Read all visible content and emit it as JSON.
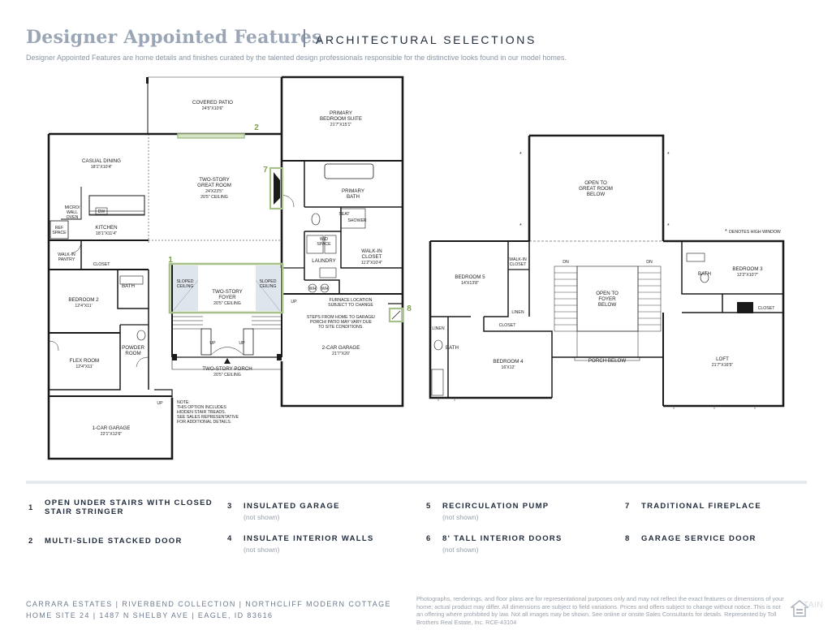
{
  "header": {
    "title": "Designer Appointed Features",
    "subtitle": "ARCHITECTURAL SELECTIONS",
    "description": "Designer Appointed Features are home details and finishes curated by the talented design professionals responsible for the distinctive looks found in our model homes."
  },
  "first_floor": {
    "covered_patio": {
      "name": "COVERED PATIO",
      "dim": "24'5\"X10'6\""
    },
    "casual_dining": {
      "name": "CASUAL DINING",
      "dim": "18'1\"X10'4\""
    },
    "great_room": {
      "name1": "TWO-STORY",
      "name2": "GREAT ROOM",
      "dim": "24'X23'5\"",
      "ceiling": "20'5\" CEILING"
    },
    "primary_suite": {
      "name1": "PRIMARY",
      "name2": "BEDROOM SUITE",
      "dim": "21'7\"X15'1\""
    },
    "primary_bath": {
      "name1": "PRIMARY",
      "name2": "BATH"
    },
    "seat": "SEAT",
    "shower": "SHOWER",
    "micro_oven": [
      "MICRO/",
      "WALL",
      "OVEN"
    ],
    "dw": "DW",
    "ref_space": [
      "REF",
      "SPACE"
    ],
    "kitchen": {
      "name": "KITCHEN",
      "dim": "18'1\"X11'4\""
    },
    "wd_space": [
      "W/D",
      "SPACE"
    ],
    "laundry": "LAUNDRY",
    "walkin_closet": {
      "name1": "WALK-IN",
      "name2": "CLOSET",
      "dim": "11'2\"X10'4\""
    },
    "walkin_pantry": [
      "WALK-IN",
      "PANTRY"
    ],
    "closet": "CLOSET",
    "bath": "BATH",
    "bedroom2": {
      "name": "BEDROOM 2",
      "dim": "12'4\"X11'"
    },
    "sloped_ceiling": [
      "SLOPED",
      "CEILING"
    ],
    "foyer": {
      "name1": "TWO-STORY",
      "name2": "FOYER",
      "ceiling": "20'5\" CEILING"
    },
    "wh": "WH",
    "furnace_note": [
      "FURNACE LOCATION",
      "SUBJECT TO CHANGE"
    ],
    "up": "UP",
    "steps_note": [
      "STEPS FROM HOME TO GARAGE/",
      "PORCH/ PATIO MAY VARY DUE",
      "TO SITE CONDITIONS."
    ],
    "two_car_garage": {
      "name": "2-CAR GARAGE",
      "dim": "21'7\"X20'"
    },
    "powder_room": [
      "POWDER",
      "ROOM"
    ],
    "flex_room": {
      "name": "FLEX ROOM",
      "dim": "12'4\"X11'"
    },
    "porch": {
      "name": "TWO-STORY PORCH",
      "ceiling": "20'5\" CEILING"
    },
    "stair_note": [
      "NOTE:",
      "THIS OPTION INCLUDES",
      "HIDDEN STAIR TREADS.",
      "SEE SALES REPRESENTATIVE",
      "FOR ADDITIONAL DETAILS."
    ],
    "one_car_garage": {
      "name": "1-CAR GARAGE",
      "dim": "22'1\"X12'6\""
    }
  },
  "second_floor": {
    "open_great_room": [
      "OPEN TO",
      "GREAT ROOM",
      "BELOW"
    ],
    "high_window_note": "DENOTES HIGH WINDOW",
    "bedroom5": {
      "name": "BEDROOM 5",
      "dim": "14'X13'8\""
    },
    "walkin_closet": [
      "WALK-IN",
      "CLOSET"
    ],
    "dn": "DN",
    "open_foyer": [
      "OPEN TO",
      "FOYER",
      "BELOW"
    ],
    "bedroom3": {
      "name": "BEDROOM 3",
      "dim": "12'2\"X10'7\""
    },
    "bath": "BATH",
    "linen": "LINEN",
    "closet": "CLOSET",
    "bedroom4": {
      "name": "BEDROOM 4",
      "dim": "16'X12'"
    },
    "porch_below": "PORCH BELOW",
    "loft": {
      "name": "LOFT",
      "dim": "21'7\"X16'5\""
    }
  },
  "callouts": [
    "1",
    "2",
    "7",
    "8"
  ],
  "features": [
    {
      "num": "1",
      "title1": "OPEN UNDER STAIRS WITH CLOSED",
      "title2": "STAIR STRINGER",
      "note": ""
    },
    {
      "num": "2",
      "title1": "MULTI-SLIDE STACKED DOOR",
      "title2": "",
      "note": ""
    },
    {
      "num": "3",
      "title1": "INSULATED GARAGE",
      "title2": "",
      "note": "(not shown)"
    },
    {
      "num": "4",
      "title1": "INSULATE INTERIOR WALLS",
      "title2": "",
      "note": "(not shown)"
    },
    {
      "num": "5",
      "title1": "RECIRCULATION PUMP",
      "title2": "",
      "note": "(not shown)"
    },
    {
      "num": "6",
      "title1": "8' TALL INTERIOR DOORS",
      "title2": "",
      "note": "(not shown)"
    },
    {
      "num": "7",
      "title1": "TRADITIONAL FIREPLACE",
      "title2": "",
      "note": ""
    },
    {
      "num": "8",
      "title1": "GARAGE SERVICE DOOR",
      "title2": "",
      "note": ""
    }
  ],
  "footer": {
    "line1": "CARRARA ESTATES  |  RIVERBEND COLLECTION  |  NORTHCLIFF MODERN COTTAGE",
    "line2": "HOME SITE 24  |  1487 N SHELBY AVE  |  EAGLE, ID 83616",
    "disclaimer": "Photographs, renderings, and floor plans are for representational purposes only and may not reflect the exact features or dimensions of your home; actual product may differ. All dimensions are subject to field variations. Prices and offers subject to change without notice. This is not an offering where prohibited by law. Not all images may be shown. See online or onsite Sales Consultants for details. Represented by Toll Brothers Real Estate, Inc. RCE-43104",
    "watermark": "TAIN"
  },
  "colors": {
    "accent_green": "#a8c08a",
    "callout_text": "#7ea04d",
    "wall": "#1a1a1a"
  }
}
